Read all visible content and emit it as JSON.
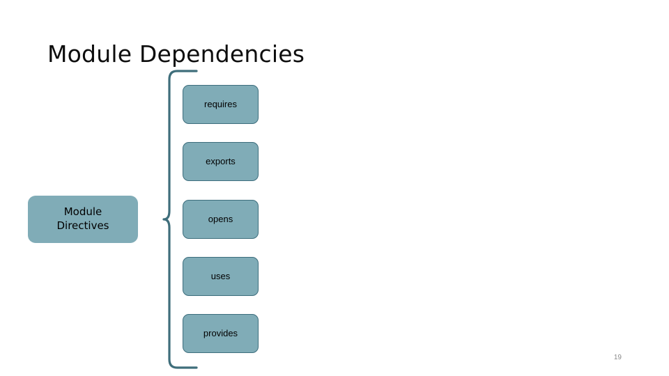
{
  "slide": {
    "title": "Module Dependencies",
    "page_number": "19",
    "background_color": "#ffffff"
  },
  "colors": {
    "node_fill": "#80acb7",
    "node_border": "#3c6d7c",
    "connector": "#3f6e7b",
    "title_text": "#0d0d0d",
    "node_text": "#000000",
    "page_number_text": "#8a8a8a"
  },
  "diagram": {
    "type": "bracket-tree",
    "root": {
      "label_line1": "Module",
      "label_line2": "Directives"
    },
    "connector": {
      "shape": "curly-bracket",
      "orientation": "left-to-right"
    },
    "children": [
      {
        "label": "requires"
      },
      {
        "label": "exports"
      },
      {
        "label": "opens"
      },
      {
        "label": "uses"
      },
      {
        "label": "provides"
      }
    ]
  }
}
